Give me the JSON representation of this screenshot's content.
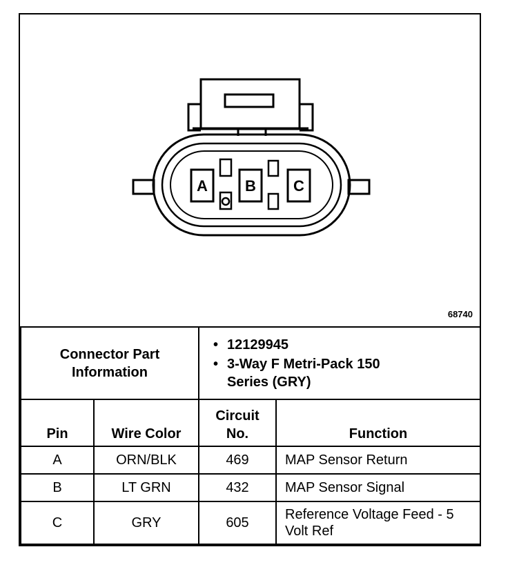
{
  "figure": {
    "id": "68740",
    "pins": [
      "A",
      "B",
      "C"
    ]
  },
  "connector_info": {
    "label": "Connector Part Information",
    "items": [
      "12129945",
      "3-Way F Metri-Pack 150 Series (GRY)"
    ]
  },
  "table": {
    "headers": [
      "Pin",
      "Wire Color",
      "Circuit No.",
      "Function"
    ],
    "rows": [
      {
        "pin": "A",
        "wire_color": "ORN/BLK",
        "circuit": "469",
        "function": "MAP Sensor Return"
      },
      {
        "pin": "B",
        "wire_color": "LT GRN",
        "circuit": "432",
        "function": "MAP Sensor Signal"
      },
      {
        "pin": "C",
        "wire_color": "GRY",
        "circuit": "605",
        "function": "Reference Voltage Feed - 5 Volt Ref"
      }
    ]
  }
}
